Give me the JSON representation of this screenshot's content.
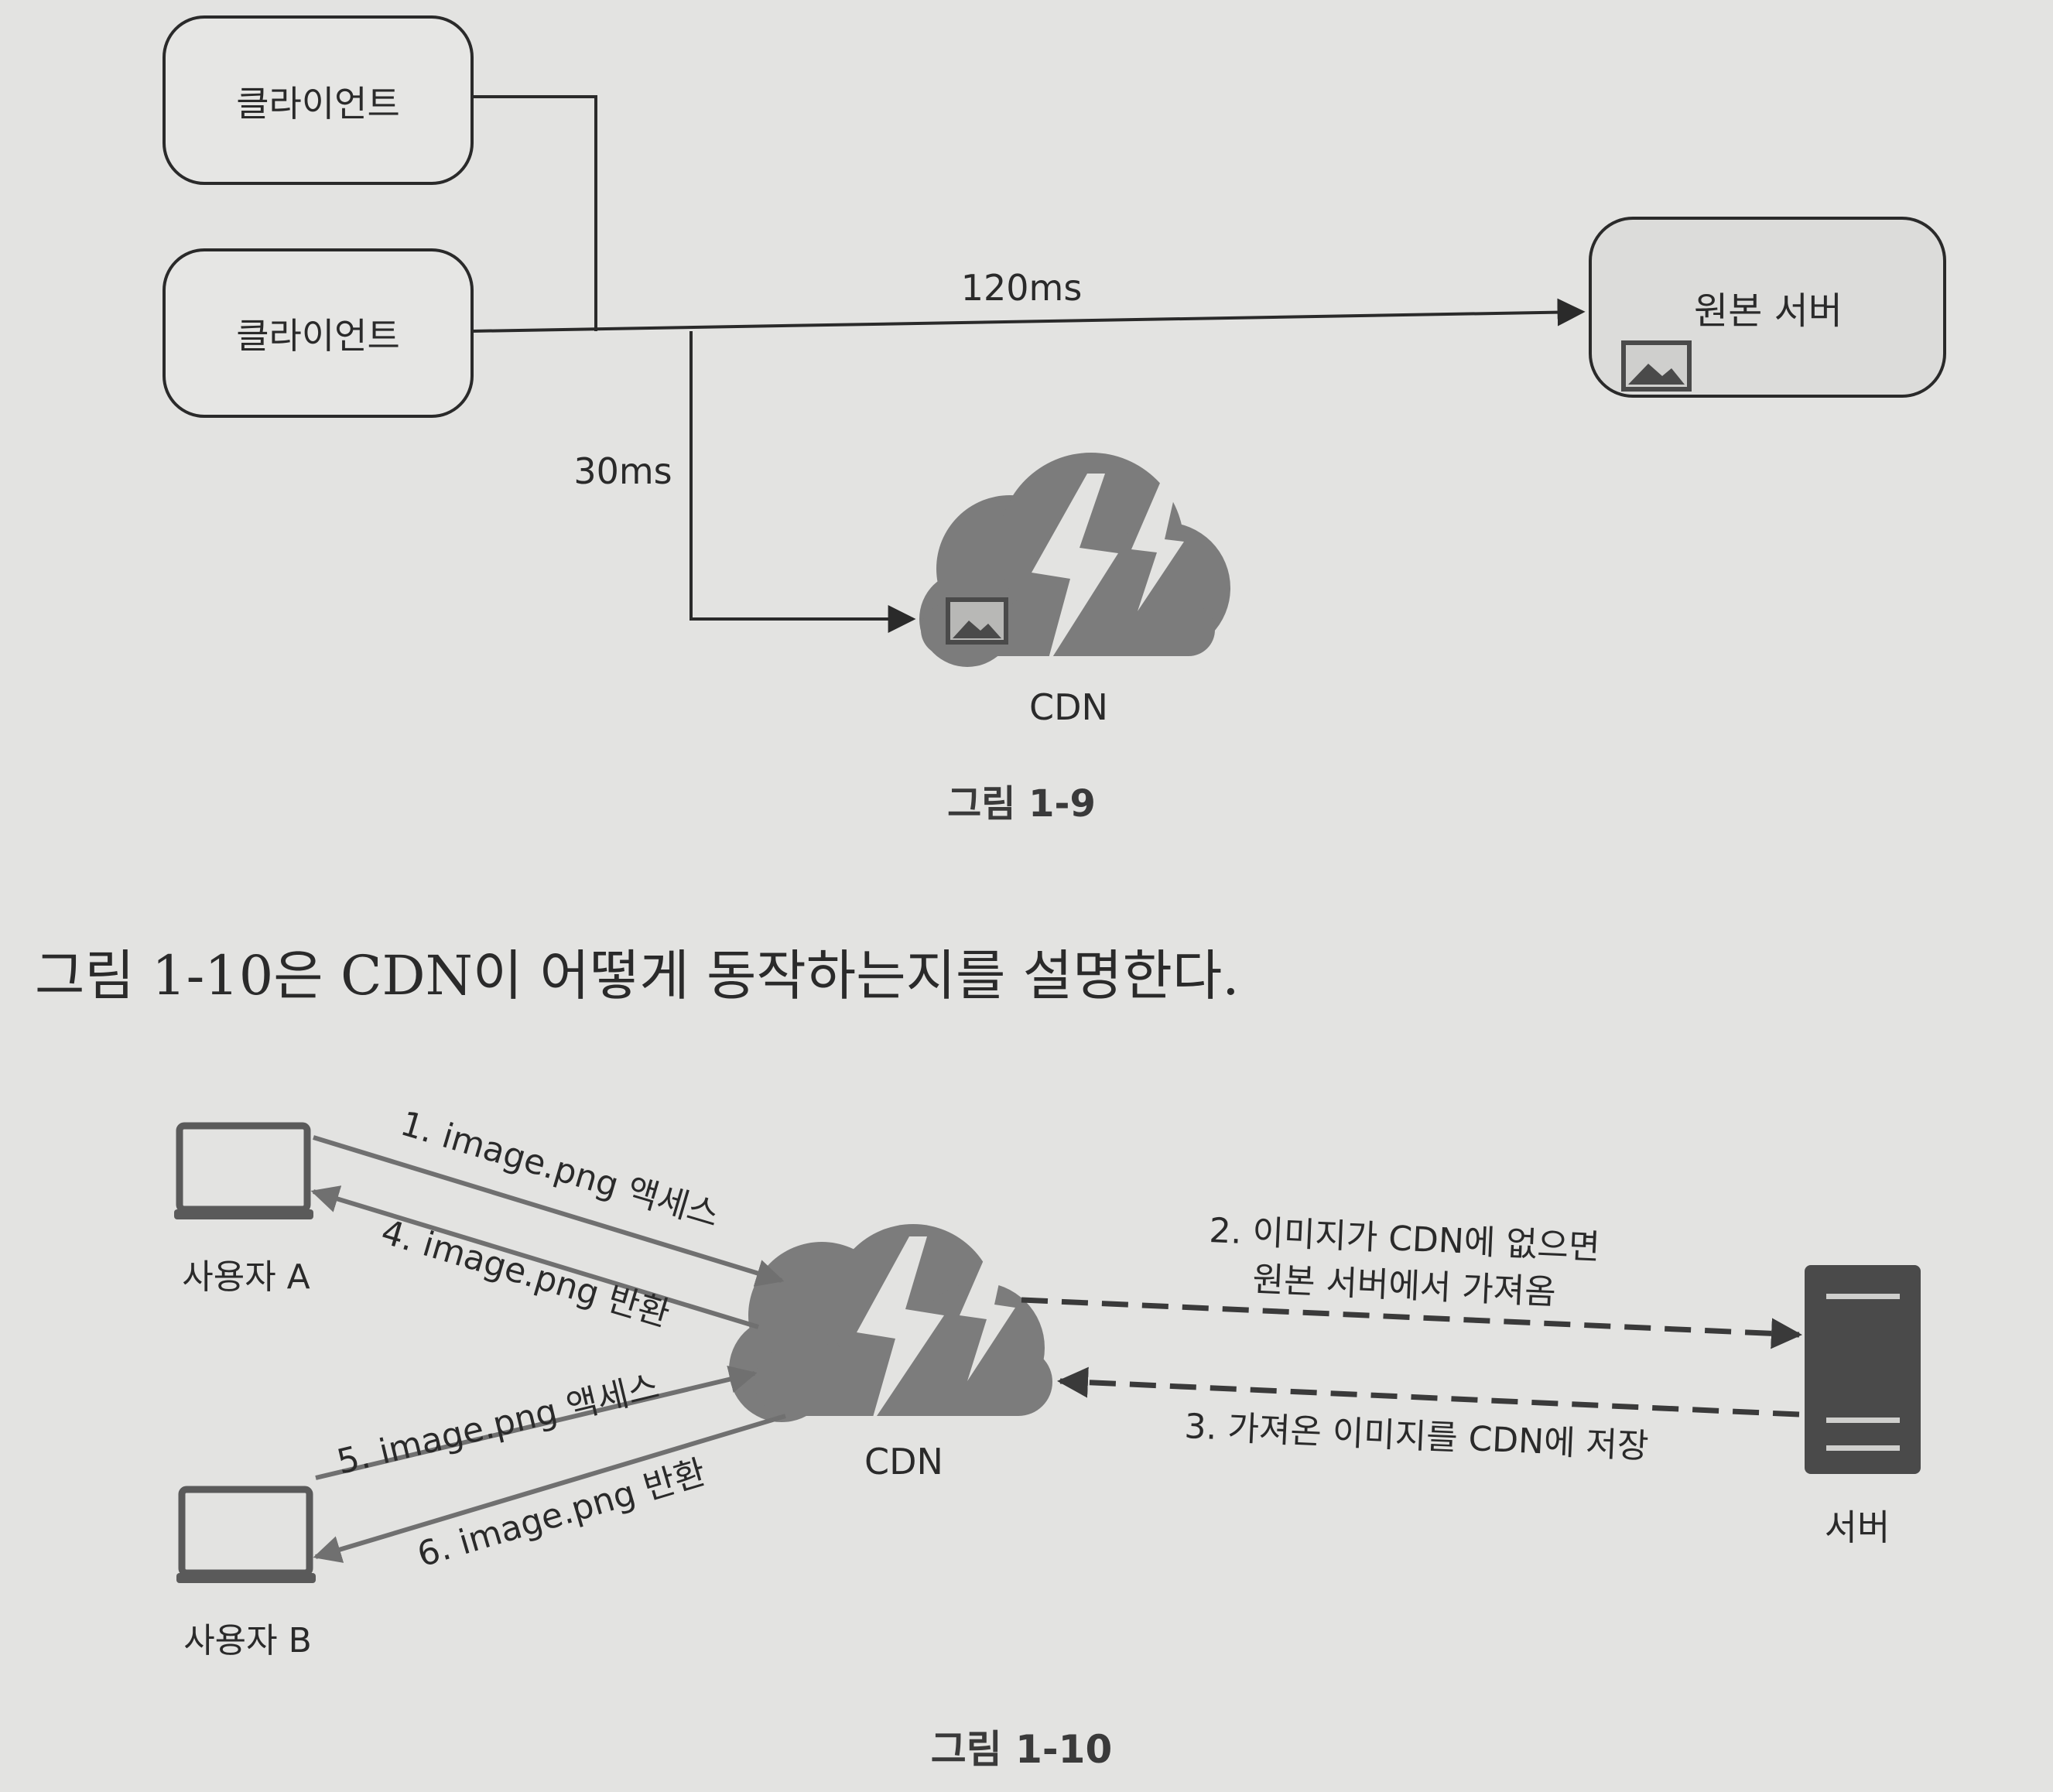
{
  "figure_1_9": {
    "client_top": "클라이언트",
    "client_bottom": "클라이언트",
    "origin_server": "원본 서버",
    "latency_origin": "120ms",
    "latency_cdn": "30ms",
    "cdn": "CDN",
    "caption": "그림 1-9"
  },
  "paragraph": "그림 1-10은 CDN이 어떻게 동작하는지를 설명한다.",
  "figure_1_10": {
    "user_a": "사용자 A",
    "user_b": "사용자 B",
    "cdn": "CDN",
    "server": "서버",
    "step1": "1. image.png 액세스",
    "step2_line1": "2. 이미지가 CDN에 없으면",
    "step2_line2": "원본 서버에서 가져옴",
    "step3": "3. 가져온 이미지를 CDN에 저장",
    "step4": "4. image.png 반환",
    "step5": "5. image.png 액세스",
    "step6": "6. image.png 반환",
    "caption": "그림 1-10"
  },
  "colors": {
    "paper": "#e3e3e1",
    "ink": "#2a2a2a",
    "cloud": "#7c7c7c",
    "arrow": "#6b6b6b",
    "server": "#4a4a4a"
  },
  "icons": [
    "laptop-icon",
    "cloud-icon",
    "lightning-icon",
    "image-icon",
    "server-icon"
  ]
}
